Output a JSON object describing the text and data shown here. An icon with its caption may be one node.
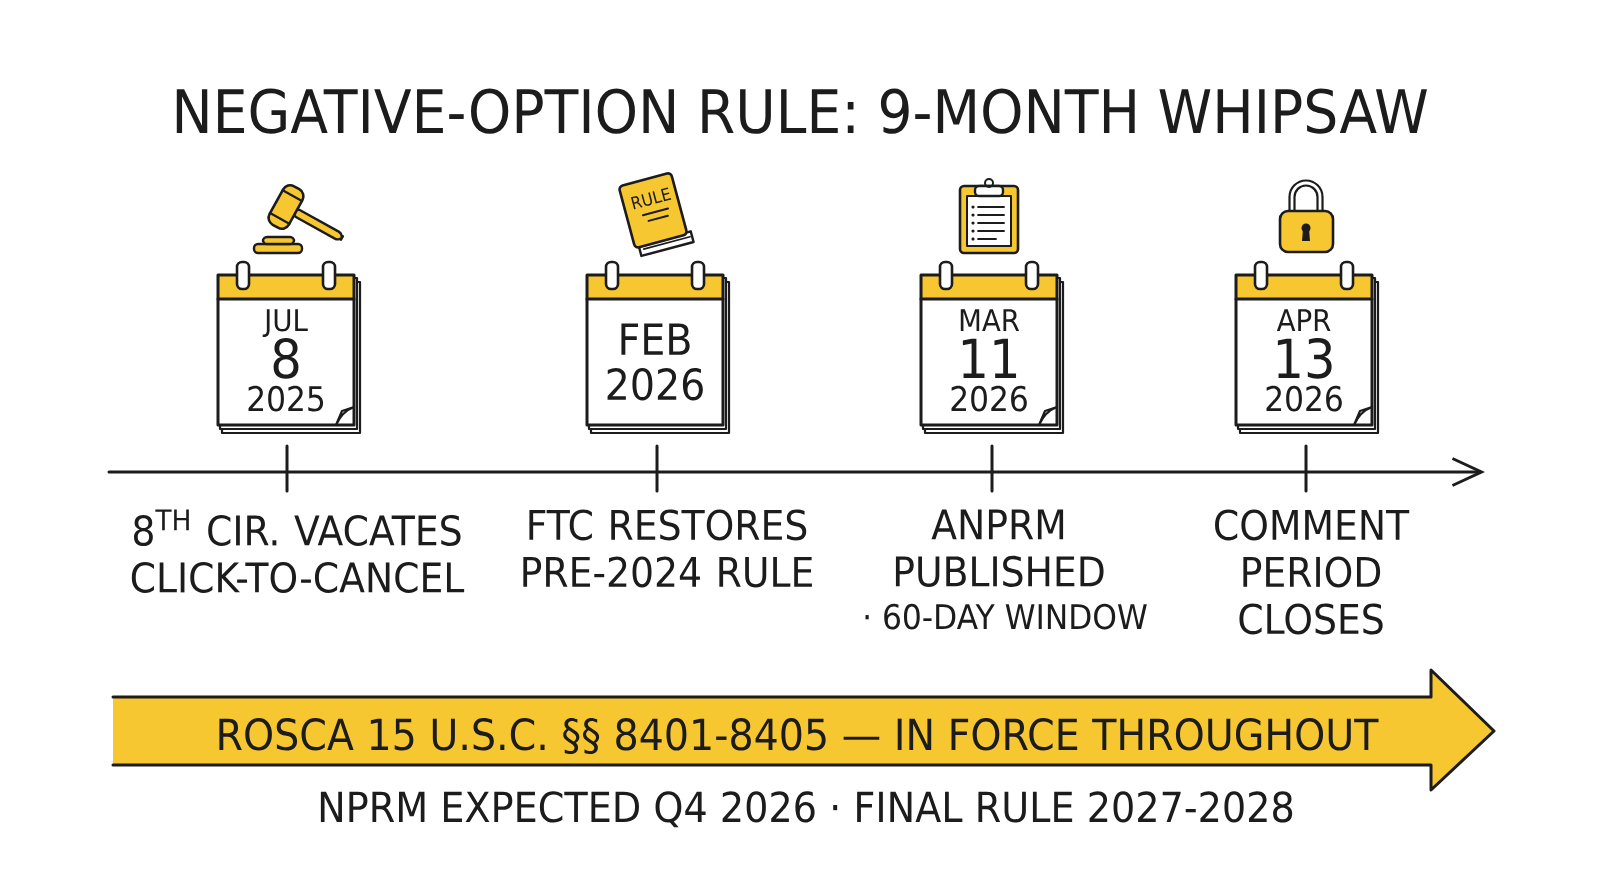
{
  "diagram": {
    "title": "NEGATIVE-OPTION RULE: 9-MONTH WHIPSAW",
    "nodes": [
      {
        "text": [
          "JUL",
          "8",
          "2025"
        ]
      },
      {
        "text": [
          "FEB 2026"
        ]
      },
      {
        "text": [
          "MAR",
          "11",
          "2026"
        ]
      },
      {
        "text": [
          "APR",
          "13",
          "2026"
        ]
      },
      {
        "text": [
          "ROSCA 15 U.S.C. §§ 8401-8405 — IN FORCE THROUGHOUT"
        ]
      }
    ],
    "labels": [
      "RULE",
      "8$^{TH}$ CIR. VACATES CLICK-TO-CANCEL",
      "FTC RESTORES PRE-2024 RULE",
      "ANPRM PUBLISHED",
      "· 60-DAY WINDOW",
      "COMMENT PERIOD CLOSES",
      "NPRM EXPECTED Q4 2026 · FINAL RULE 2027-2028"
    ]
  }
}
